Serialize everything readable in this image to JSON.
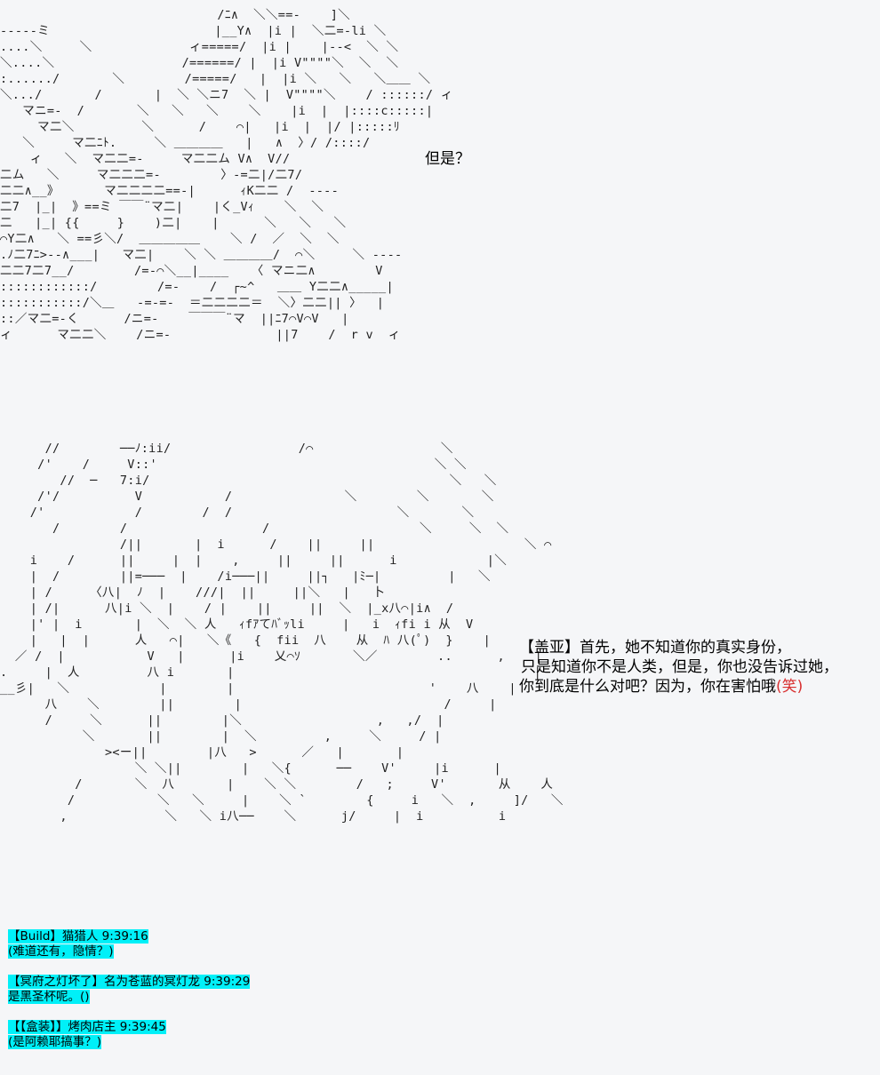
{
  "ascii_art": {
    "top": "                             /ﾆ∧  ＼＼==-    ]＼\n-----ミ                      |__Y∧  |i |  ＼二=-li ＼\n....＼     ＼             ィ=====/  |i |    |--<  ＼ ＼\n＼....＼                 /======/ |  |i V\"\"\"\"＼  ＼  ＼\n:....../       ＼        /=====/   |  |i ＼   ＼   ＼＿＿ ＼\n＼.../       /       |  ＼ ＼ニ7  ＼ |  V\"\"\"\"＼    / ::::::/ ィ\n   マニ=-  /       ＼   ＼   ＼    ＼    |i  |  |::::c:::::|\n     マ二＼         ＼      /    ⌒|   |i  |  |/ |:::::ﾘ\n   ＼     マ二ﾆﾄ.     ＼ ＿＿＿＿   |   ∧  〉/ /::::/\n    ィ   ＼  マ二二=-     マ二二ム V∧  V//\n二ム   ＼     マ二二二=-        〉-=二|/二7/\n二二∧__》      マ二二二二==-|      ｨK二二 /  ----\n二7  |_|  》==ミ ￣￣¨マ二|    |く_Vｨ    ＼  ＼\n二   |_| {{     }    )二|    |      ＼   ＼   ＼\n⌒Y二∧   ＼ ==彡＼/  ＿＿＿＿＿    ＼ /  ／  ＼  ＼\n.ﾉ二7ﾆ>--∧___|   マ二|    ＼ ＼ ＿＿＿＿/  ⌒＼     ＼ ----\n二二7二7__/        /=-⌒＼__|____   〈 マニ二∧        V\n::::::::::::/        /=-    /  ┌~^   ＿＿ Y二二∧_____|\n:::::::::::/＼＿   -=-=-  ＝二二二二＝  ＼〉二二|| 〉  |\n::／マ二=-く      /ニ=-    ￣￣￣¨マ  ||ﾆ7⌒V⌒V   |\nィ      マ二二＼    /ニ=-              ||7    /  r v  ィ",
    "bottom": "      //        ──ﾉ:ii/                 /⌒                 ＼\n     /'    /     V::'                                     ＼ ＼\n        //  ─   7:i/                                        ＼   ＼\n     /'/          V           /               ＼        ＼       ＼\n    /'            /        /  /                      ＼       ＼\n       /        /                  /                    ＼     ＼  ＼\n                /||       |  i      /    ||     ||                    ＼ ⌒\n    i    /      ||     |  |    ,     ||     ||      i            |＼ \n    |  /        ||=───  |    /i───||     ||┐   |ﾐ─|         |   ＼\n    | /     〈八|  ﾉ  |    ///|  ||     ||＼   |   卜\n    | /|      八|i ＼  |    / |    ||     ||  ＼  |_x八⌒|i∧  /\n    |' |  i       |  ＼  ＼ 人   ｨfｱてﾊﾞｯli     |   i  ｨfi i 从  V\n    |   |  |      人   ⌒|   ＼《   {  fii  八    从  ﾊ 八(ﾟ)  }    |\n  ／ /  |           V   |      |i    乂⌒ｿ       ＼／        ..      ,    |\n.     |  人         八 i       |                                        |\n__彡|   ＼            |        |                          '    八    |\n      八    ＼        ||        |                           /     |\n      /     ＼      ||        |＼                  ,   ,/  |\n           ＼       ||        |  ＼         ,     ＼     / |\n              ><ー||        |八   >      ／   |       |\n                  ＼ ＼||        |   ＼{      ──    V'     |i      |\n          /       ＼  八       |    ＼ ＼        /   ;     V'       从    人\n         /           ＼   ＼     |    ＼ `        {     i   ＼  ,     ]/   ＼\n        ,             ＼   ＼ i八──    ＼      j/     |  i          i"
  },
  "dialogue": {
    "top_line": "但是？",
    "speaker": "【盖亚】",
    "line1_rest": "首先，她不知道你的真实身份，",
    "line2": "只是知道你不是人类，但是，你也没告诉过她，",
    "line3_main": "你到底是什么对吧？因为，你在害怕哦",
    "line3_laugh": "(笑)"
  },
  "comments": [
    {
      "header": "【Build】猫猎人 9:39:16",
      "text": "(难道还有，隐情？)"
    },
    {
      "header": "【冥府之灯坏了】名为苍蓝的冥灯龙 9:39:29",
      "text": "是黑圣杯呢。()"
    },
    {
      "header": "【【盒装】】烤肉店主 9:39:45",
      "text": "(是阿赖耶搞事？)"
    }
  ],
  "colors": {
    "background": "#f5f6f8",
    "comment_highlight": "#00f0f8",
    "laugh_text": "#d83030"
  }
}
